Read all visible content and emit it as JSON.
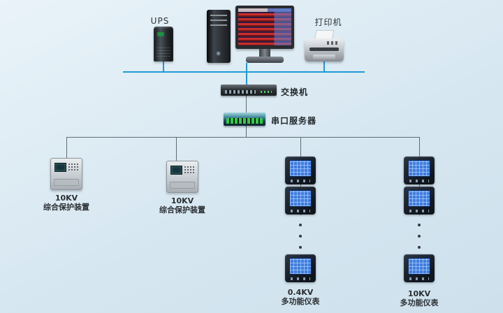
{
  "colors": {
    "background": "#d7e7f1",
    "background_top": "#e9f3f9",
    "bus": "#1e9bd4",
    "line": "#5f6b70"
  },
  "nodes": {
    "ups": {
      "label": "UPS"
    },
    "printer": {
      "label": "打印机"
    },
    "switch": {
      "label": "交换机"
    },
    "serial_server": {
      "label": "串口服务器"
    },
    "protection_a": {
      "kv": "10KV",
      "name": "综合保护装置"
    },
    "protection_b": {
      "kv": "10KV",
      "name": "综合保护装置"
    },
    "meter_column_a": {
      "kv": "0.4KV",
      "name": "多功能仪表"
    },
    "meter_column_b": {
      "kv": "10KV",
      "name": "多功能仪表"
    }
  }
}
